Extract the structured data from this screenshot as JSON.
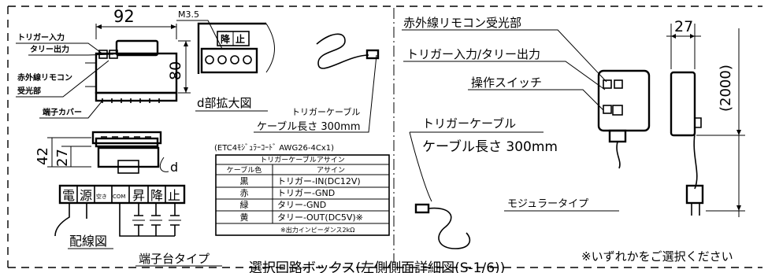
{
  "left": {
    "dim_width": "92",
    "dim_height_device": "80",
    "dim_42": "42",
    "dim_27": "27",
    "label_trigger_in": "トリガー入力",
    "label_tally_out": "タリー出力",
    "label_ir_line1": "赤外線リモコン",
    "label_ir_line2": "受光部",
    "label_terminal_cover": "端子カバー",
    "label_d": "d",
    "m35": "M3.5",
    "detail_title": "d部拡大図",
    "detail_pins": [
      "降",
      "止"
    ],
    "cable_title": "トリガーケーブル",
    "cable_length": "ケーブル長さ 300mm",
    "cable_spec": "(ETC4ﾓｼﾞｭﾗｰｺｰﾄﾞ AWG26-4Cx1)",
    "table": {
      "title": "トリガーケーブルアサイン",
      "headers": [
        "ケーブル色",
        "アサイン"
      ],
      "rows": [
        [
          "黒",
          "トリガー-IN(DC12V)"
        ],
        [
          "赤",
          "トリガー-GND"
        ],
        [
          "緑",
          "タリー-GND"
        ],
        [
          "黄",
          "タリー-OUT(DC5V)※"
        ]
      ],
      "note": "※出力インピーダンス2kΩ"
    },
    "terminals": [
      "電",
      "源",
      "空き",
      "COM",
      "昇",
      "降",
      "止"
    ],
    "wiring_label": "配線図",
    "type_label": "端子台タイプ"
  },
  "right": {
    "label_ir": "赤外線リモコン受光部",
    "label_trigger": "トリガー入力/タリー出力",
    "label_switch": "操作スイッチ",
    "cable_title": "トリガーケーブル",
    "cable_length": "ケーブル長さ 300mm",
    "dim_27": "27",
    "dim_2000": "(2000)",
    "type_label": "モジュラータイプ",
    "note": "※いずれかをご選択ください"
  },
  "footer_title": "選択回路ボックス(左側側面詳細図(S-1/6))"
}
